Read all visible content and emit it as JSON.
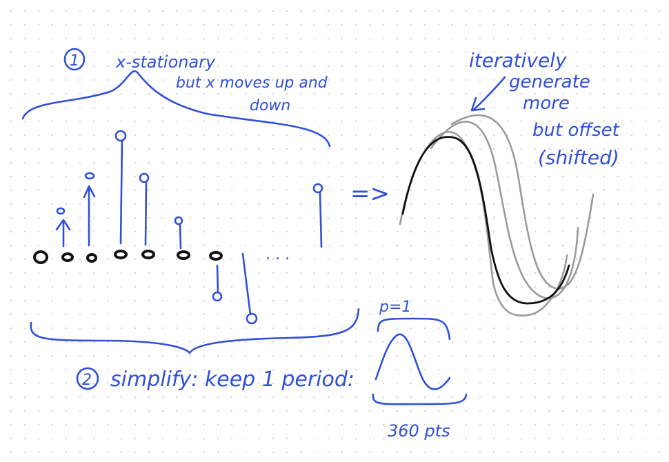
{
  "notes": {
    "step1_number": "1",
    "step1_title": "x-stationary",
    "step1_detail_1": "but x moves up and",
    "step1_detail_2": "down",
    "ellipsis": ". . .",
    "implies_arrow": "=>",
    "step2_number": "2",
    "step2_text": "simplify: keep 1 period:",
    "period_label": "p=1",
    "points_label": "360 pts",
    "iterate_1": "iteratively",
    "iterate_2": "generate",
    "iterate_3": "more",
    "iterate_4": "but offset",
    "iterate_5": "(shifted)"
  },
  "colors": {
    "ink": "#2f4fd8",
    "marker": "#111111",
    "base_wave": "#111111",
    "shifted_waves": "#9a9a9a"
  }
}
